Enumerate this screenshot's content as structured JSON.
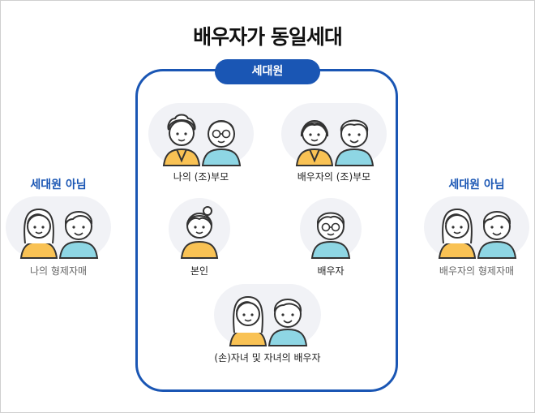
{
  "title": "배우자가 동일세대",
  "household_badge": "세대원",
  "groups": {
    "own_parents": "나의 (조)부모",
    "spouse_parents": "배우자의 (조)부모",
    "self": "본인",
    "spouse": "배우자",
    "children": "(손)자녀 및 자녀의 배우자"
  },
  "left_outside": {
    "title": "세대원 아님",
    "label": "나의 형제자매"
  },
  "right_outside": {
    "title": "세대원 아님",
    "label": "배우자의 형제자매"
  },
  "colors": {
    "accent": "#1a56b4",
    "yellow_shirt": "#f9c254",
    "blue_shirt": "#8ed6e4",
    "skin": "#ffffff",
    "outline": "#333333",
    "avatar_bg": "#f1f2f6"
  }
}
